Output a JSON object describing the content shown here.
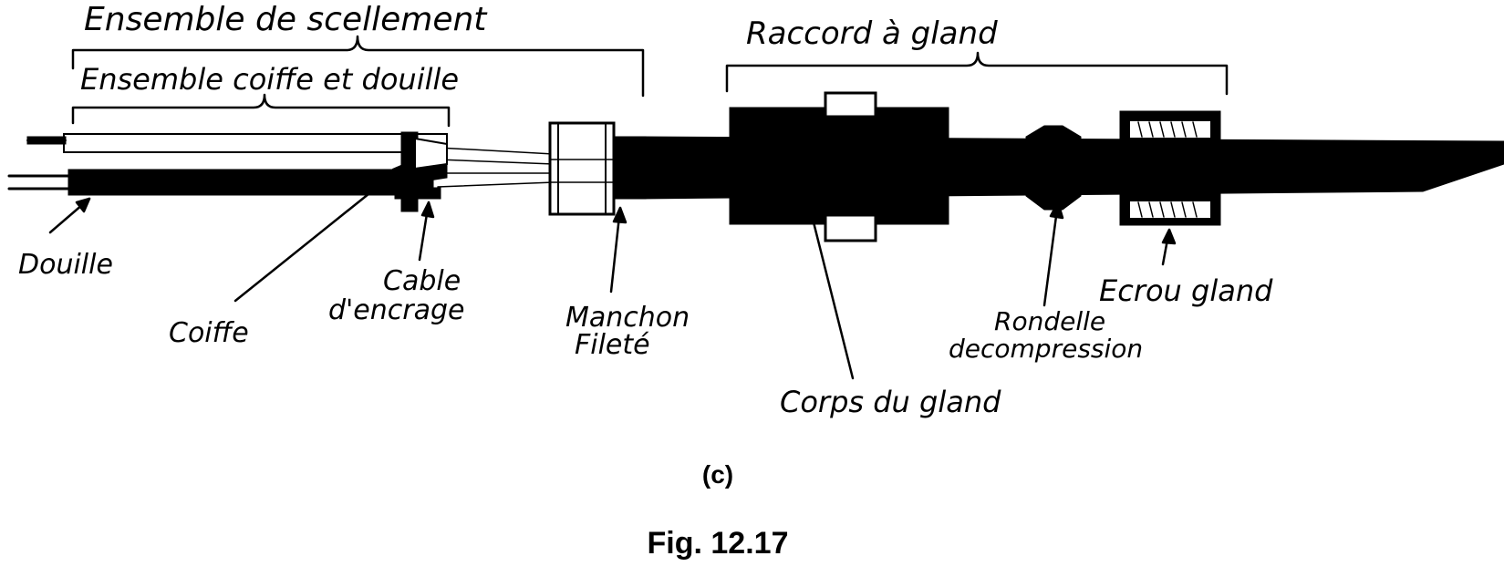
{
  "labels": {
    "sealing_assembly": "Ensemble de scellement",
    "cap_sleeve_assembly": "Ensemble coiffe et douille",
    "gland_fitting": "Raccord à gland",
    "sleeve": "Douille",
    "cap": "Coiffe",
    "anchor_cable_line1": "Cable",
    "anchor_cable_line2": "d'encrage",
    "threaded_sleeve_line1": "Manchon",
    "threaded_sleeve_line2": "Fileté",
    "gland_body": "Corps du gland",
    "compression_washer_line1": "Rondelle",
    "compression_washer_line2": "decompression",
    "gland_nut": "Ecrou gland"
  },
  "caption": {
    "part": "(c)",
    "figure": "Fig. 12.17"
  }
}
